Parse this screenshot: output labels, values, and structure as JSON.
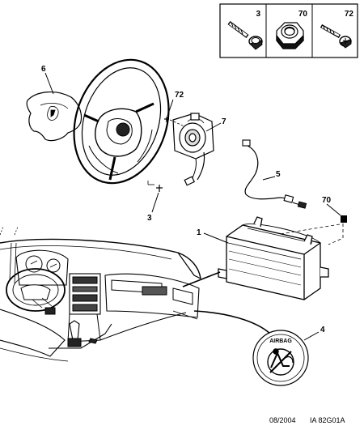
{
  "fasteners_box": {
    "items": [
      {
        "ref": "3",
        "icon": "bolt-icon"
      },
      {
        "ref": "70",
        "icon": "nut-icon"
      },
      {
        "ref": "72",
        "icon": "screw-icon"
      }
    ]
  },
  "callouts": {
    "c6": "6",
    "c72": "72",
    "c7": "7",
    "c3": "3",
    "c5": "5",
    "c70": "70",
    "c1": "1",
    "c4": "4"
  },
  "label_badge_text": "AIRBAG",
  "footer": {
    "date": "08/2004",
    "code": "IA 82G01A"
  }
}
